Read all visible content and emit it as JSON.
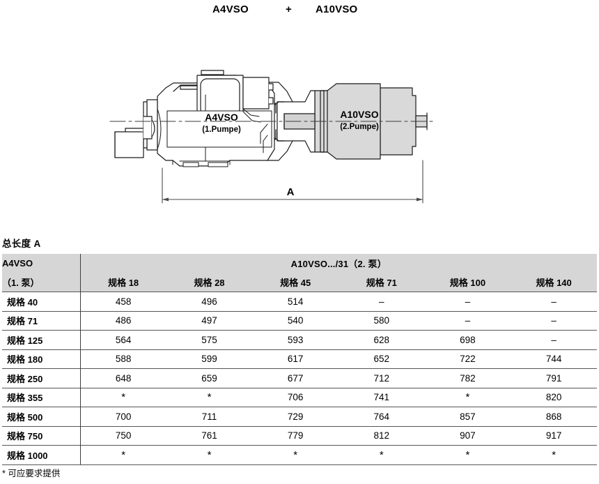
{
  "header": {
    "left_label": "A4VSO",
    "plus": "+",
    "right_label": "A10VSO"
  },
  "diagram": {
    "pump1_name": "A4VSO",
    "pump1_sub": "(1.Pumpe)",
    "pump2_name": "A10VSO",
    "pump2_sub": "(2.Pumpe)",
    "dimension_label": "A",
    "fill_color": "#d9d9d9",
    "line_color": "#1a1a1a"
  },
  "table": {
    "caption": "总长度 A",
    "corner_line1": "A4VSO",
    "corner_line2": "（1. 泵）",
    "group_header": "A10VSO.../31（2. 泵）",
    "column_headers": [
      "规格 18",
      "规格 28",
      "规格 45",
      "规格 71",
      "规格 100",
      "规格 140"
    ],
    "rows": [
      {
        "label": "规格 40",
        "values": [
          "458",
          "496",
          "514",
          "–",
          "–",
          "–"
        ]
      },
      {
        "label": "规格 71",
        "values": [
          "486",
          "497",
          "540",
          "580",
          "–",
          "–"
        ]
      },
      {
        "label": "规格 125",
        "values": [
          "564",
          "575",
          "593",
          "628",
          "698",
          "–"
        ]
      },
      {
        "label": "规格 180",
        "values": [
          "588",
          "599",
          "617",
          "652",
          "722",
          "744"
        ]
      },
      {
        "label": "规格 250",
        "values": [
          "648",
          "659",
          "677",
          "712",
          "782",
          "791"
        ]
      },
      {
        "label": "规格 355",
        "values": [
          "*",
          "*",
          "706",
          "741",
          "*",
          "820"
        ]
      },
      {
        "label": "规格 500",
        "values": [
          "700",
          "711",
          "729",
          "764",
          "857",
          "868"
        ]
      },
      {
        "label": "规格 750",
        "values": [
          "750",
          "761",
          "779",
          "812",
          "907",
          "917"
        ]
      },
      {
        "label": "规格 1000",
        "values": [
          "*",
          "*",
          "*",
          "*",
          "*",
          "*"
        ]
      }
    ],
    "header_bg": "#d6d6d6"
  },
  "footnote": "* 可应要求提供"
}
